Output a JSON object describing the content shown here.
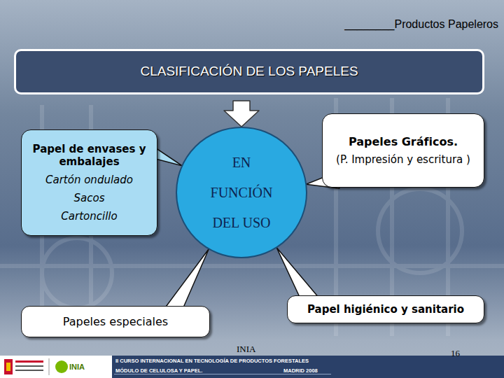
{
  "diagram": {
    "title": "________Productos Papeleros",
    "nodes": [
      {
        "text": [
          "CLASIFICACIÓN DE LOS PAPELES"
        ]
      },
      {
        "text": [
          "EN FUNCIÓN DEL USO"
        ]
      },
      {
        "text": [
          "Papel de envases y embalajes",
          "Cartón ondulado",
          "Sacos",
          "Cartoncillo"
        ]
      },
      {
        "text": [
          "Papeles Gráficos.",
          "(P. Impresión y escritura )"
        ]
      },
      {
        "text": [
          "Papel higiénico y sanitario"
        ]
      },
      {
        "text": [
          "Papeles especiales"
        ]
      }
    ],
    "edges": [
      {
        "from": 0,
        "to": 1,
        "arrow": "to"
      },
      {
        "from": 2,
        "to": 1,
        "arrow": "none"
      },
      {
        "from": 3,
        "to": 1,
        "arrow": "none"
      },
      {
        "from": 4,
        "to": 1,
        "arrow": "none"
      },
      {
        "from": 5,
        "to": 1,
        "arrow": "none"
      }
    ],
    "labels": [
      "INIA",
      "16",
      "INIA",
      "II CURSO INTERNACIONAL EN TECNOLOGÍA DE PRODUCTOS FORESTALES",
      "MÓDULO DE CELULOSA Y PAPEL.",
      "MADRID 2008"
    ]
  }
}
